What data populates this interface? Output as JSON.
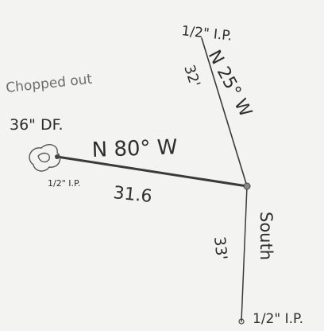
{
  "sketch": {
    "notes": {
      "chopped_out": "Chopped out",
      "tree": "36\" DF."
    },
    "monuments": {
      "top": "1/2\" I.P.",
      "left": "1/2\" I.P.",
      "bottom": "1/2\" I.P."
    },
    "courses": {
      "west": {
        "bearing": "N 80° W",
        "distance": "31.6"
      },
      "northwest": {
        "bearing": "N 25° W",
        "distance": "32'"
      },
      "south": {
        "bearing": "South",
        "distance": "33'"
      }
    }
  }
}
